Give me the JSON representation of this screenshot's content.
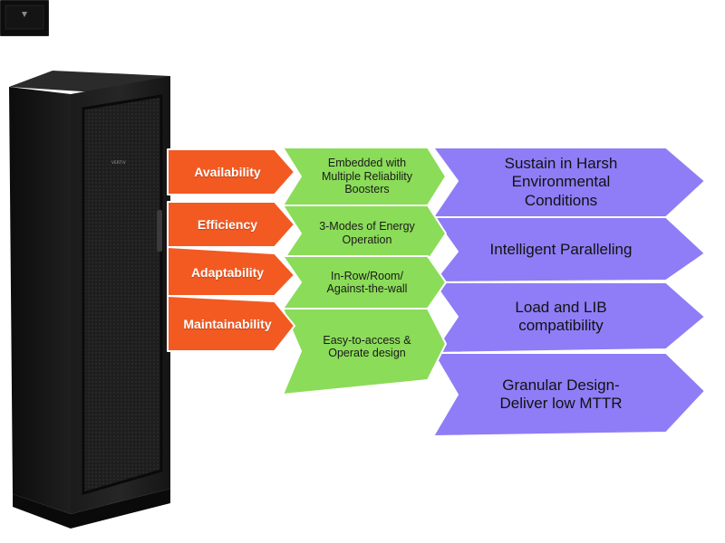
{
  "colors": {
    "orange": "#f25a22",
    "green": "#8bdc59",
    "purple": "#8e7df6",
    "cabinet": "#161616",
    "label_orange_text": "#ffffff",
    "label_green_text": "#1a1a1a",
    "label_purple_text": "#111111"
  },
  "cabinet": {
    "logo_icon": "vertiv-v-icon",
    "panel_text": "VERTIV"
  },
  "rows": [
    {
      "feature": "Availability",
      "detail": "Embedded with\nMultiple Reliability\nBoosters",
      "benefit": "Sustain in Harsh\nEnvironmental\nConditions"
    },
    {
      "feature": "Efficiency",
      "detail": "3-Modes of Energy\nOperation",
      "benefit": "Intelligent Paralleling"
    },
    {
      "feature": "Adaptability",
      "detail": "In-Row/Room/\nAgainst-the-wall",
      "benefit": "Load and LIB\ncompatibility"
    },
    {
      "feature": "Maintainability",
      "detail": "Easy-to-access &\nOperate design",
      "benefit": "Granular Design-\nDeliver low MTTR"
    }
  ]
}
